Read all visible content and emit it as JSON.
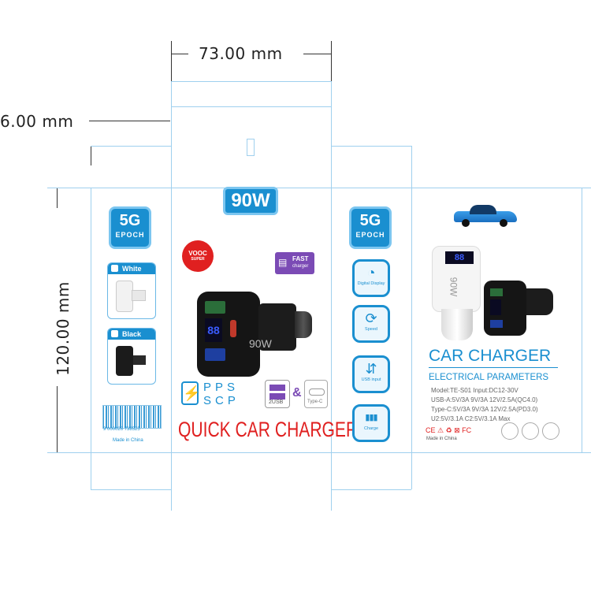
{
  "dimensions": {
    "width_label": "73.00 mm",
    "depth_label": "6.00 mm",
    "height_label": "120.00 mm"
  },
  "left_side": {
    "brand_big": "5G",
    "brand_small": "EPOCH",
    "white_label": "White",
    "black_label": "Black",
    "barcode_number": "9 000026 738525",
    "made_in": "Made in China"
  },
  "front": {
    "power_badge": "90W",
    "vooc_top": "VOOC",
    "vooc_bottom": "SUPER",
    "fast_top": "FAST",
    "fast_bottom": "charger",
    "charger_text": "90W",
    "pps": "PPS",
    "scp": "SCP",
    "usb_label": "2USB",
    "amp": "&",
    "typec_label": "Type-C",
    "product_title": "QUICK CAR CHARGER"
  },
  "right_side": {
    "brand_big": "5G",
    "brand_small": "EPOCH",
    "features": [
      {
        "icon": "◔",
        "label": "Digital Display"
      },
      {
        "icon": "⟳",
        "label": "Speed"
      },
      {
        "icon": "⇵",
        "label": "USB input"
      },
      {
        "icon": "▮▮▮",
        "label": "Charge"
      }
    ]
  },
  "back": {
    "title": "CAR CHARGER",
    "subtitle": "ELECTRICAL PARAMETERS",
    "specs": [
      "Model:TE-S01 Input:DC12-30V",
      "USB-A:5V/3A 9V/3A 12V/2.5A(QC4.0)",
      "Type-C:5V/3A 9V/3A 12V/2.5A(PD3.0)",
      "U2:5V/3.1A C2:5V/3.1A Max"
    ],
    "cert_marks": "CE ⚠ ♻ ⊠ FC",
    "made_in": "Made in China",
    "white_charger_text": "90W"
  },
  "colors": {
    "accent_blue": "#1a8fd0",
    "dieline": "#9fd0ee",
    "title_red": "#e02020",
    "purple": "#7b4bb5"
  }
}
